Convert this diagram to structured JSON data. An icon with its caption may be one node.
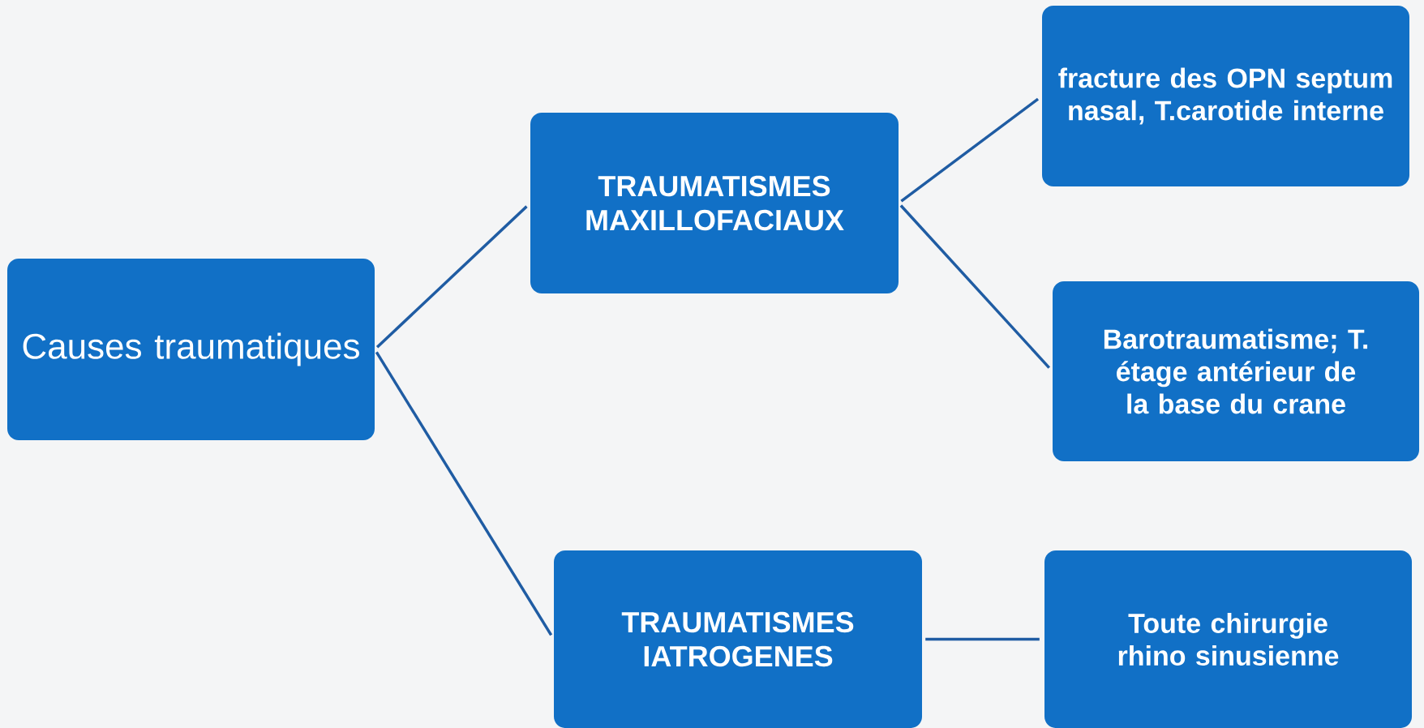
{
  "diagram": {
    "nodes": [
      {
        "text": [
          "Causes traumatiques"
        ]
      },
      {
        "text": [
          "TRAUMATISMES MAXILLOFACIAUX"
        ]
      },
      {
        "text": [
          "fracture des OPN septum nasal, T.carotide interne"
        ]
      },
      {
        "text": [
          "Barotraumatisme; T. étage antérieur de la base du crane"
        ]
      },
      {
        "text": [
          "TRAUMATISMES IATROGENES"
        ]
      },
      {
        "text": [
          "Toute chirurgie rhino sinusienne"
        ]
      }
    ],
    "edges": [
      {
        "from": 0,
        "to": 1,
        "arrow": "none"
      },
      {
        "from": 0,
        "to": 4,
        "arrow": "none"
      },
      {
        "from": 1,
        "to": 2,
        "arrow": "none"
      },
      {
        "from": 1,
        "to": 3,
        "arrow": "none"
      },
      {
        "from": 4,
        "to": 5,
        "arrow": "none"
      }
    ]
  }
}
